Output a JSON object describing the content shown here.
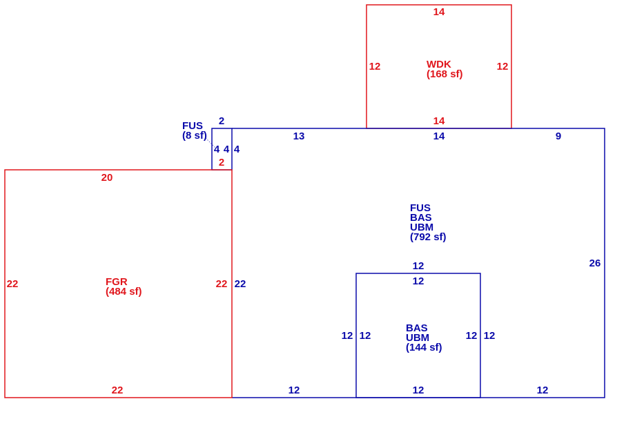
{
  "areas": {
    "wdk": {
      "code": "WDK",
      "area": "(168 sf)",
      "color": "#e0161c",
      "dims": {
        "top": "14",
        "bottom": "14",
        "left": "12",
        "right": "12"
      }
    },
    "fus_small": {
      "code": "FUS",
      "area": "(8 sf)",
      "color": "#0a0aaa",
      "dims": {
        "top": "2",
        "left": "4",
        "right": "4",
        "bottom": "2"
      }
    },
    "main": {
      "codes": [
        "FUS",
        "BAS",
        "UBM"
      ],
      "area": "(792 sf)",
      "color": "#0a0aaa",
      "dims": {
        "top_left": "13",
        "top_mid": "14",
        "top_right": "9",
        "right": "26",
        "left": "22",
        "left_upper": "4",
        "bottom_left": "12",
        "bottom_right": "12"
      }
    },
    "fgr": {
      "code": "FGR",
      "area": "(484 sf)",
      "color": "#e0161c",
      "dims": {
        "top": "20",
        "bottom": "22",
        "left": "22",
        "right": "22"
      }
    },
    "bas": {
      "codes": [
        "BAS",
        "UBM"
      ],
      "area": "(144 sf)",
      "color": "#0a0aaa",
      "dims": {
        "top_outer": "12",
        "top_inner": "12",
        "bottom": "12",
        "left_outer": "12",
        "left_inner": "12",
        "right_inner": "12",
        "right_outer": "12"
      }
    }
  }
}
